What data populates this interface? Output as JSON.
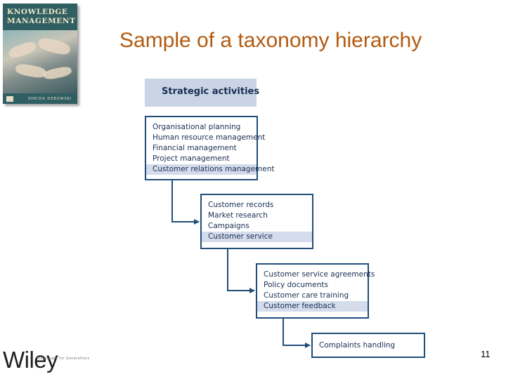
{
  "book": {
    "title": "KNOWLEDGE\nMANAGEMENT",
    "author": "SHEIDA DEBOWSKI"
  },
  "slide": {
    "title": "Sample of a taxonomy hierarchy",
    "page_number": "11"
  },
  "taxonomy": {
    "header": "Strategic activities",
    "level1": [
      "Organisational planning",
      "Human resource management",
      "Financial management",
      "Project management",
      "Customer relations management"
    ],
    "level2": [
      "Customer records",
      "Market research",
      "Campaigns",
      "Customer service"
    ],
    "level3": [
      "Customer service agreements",
      "Policy documents",
      "Customer care training",
      "Customer feedback"
    ],
    "level4": [
      "Complaints handling"
    ],
    "highlight_color": "#d4dcec",
    "border_color": "#1f4e79"
  },
  "publisher": {
    "logo_text": "Wiley",
    "tagline": "Knowledge for Generations"
  }
}
